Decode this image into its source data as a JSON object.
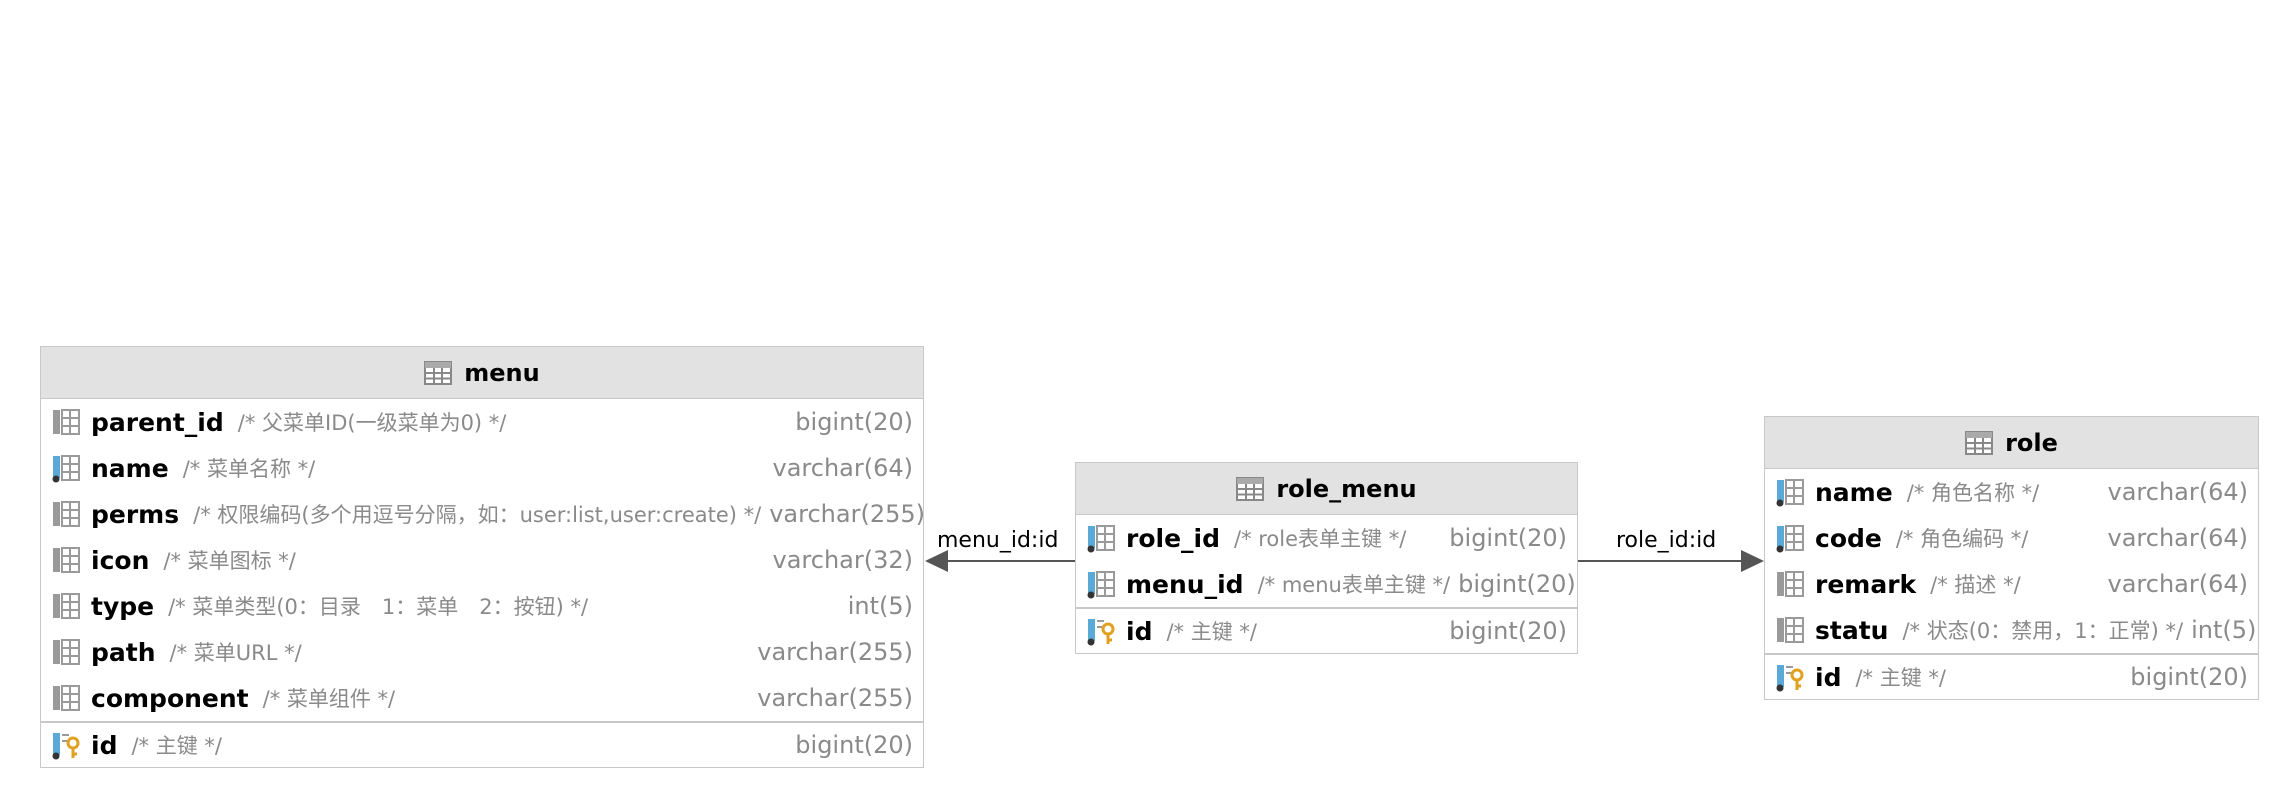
{
  "tables": {
    "menu": {
      "name": "menu",
      "columns": [
        {
          "name": "parent_id",
          "comment": "/* 父菜单ID(一级菜单为0) */",
          "type": "bigint(20)"
        },
        {
          "name": "name",
          "comment": "/* 菜单名称 */",
          "type": "varchar(64)"
        },
        {
          "name": "perms",
          "comment": "/* 权限编码(多个用逗号分隔，如：user:list,user:create) */",
          "type": "varchar(255)"
        },
        {
          "name": "icon",
          "comment": "/* 菜单图标 */",
          "type": "varchar(32)"
        },
        {
          "name": "type",
          "comment": "/* 菜单类型(0：目录　1：菜单　2：按钮) */",
          "type": "int(5)"
        },
        {
          "name": "path",
          "comment": "/* 菜单URL */",
          "type": "varchar(255)"
        },
        {
          "name": "component",
          "comment": "/* 菜单组件 */",
          "type": "varchar(255)"
        }
      ],
      "key": {
        "name": "id",
        "comment": "/* 主键 */",
        "type": "bigint(20)"
      }
    },
    "role_menu": {
      "name": "role_menu",
      "columns": [
        {
          "name": "role_id",
          "comment": "/* role表单主键 */",
          "type": "bigint(20)"
        },
        {
          "name": "menu_id",
          "comment": "/* menu表单主键 */",
          "type": "bigint(20)"
        }
      ],
      "key": {
        "name": "id",
        "comment": "/* 主键 */",
        "type": "bigint(20)"
      }
    },
    "role": {
      "name": "role",
      "columns": [
        {
          "name": "name",
          "comment": "/* 角色名称 */",
          "type": "varchar(64)"
        },
        {
          "name": "code",
          "comment": "/* 角色编码 */",
          "type": "varchar(64)"
        },
        {
          "name": "remark",
          "comment": "/* 描述 */",
          "type": "varchar(64)"
        },
        {
          "name": "statu",
          "comment": "/* 状态(0：禁用，1：正常) */",
          "type": "int(5)"
        }
      ],
      "key": {
        "name": "id",
        "comment": "/* 主键 */",
        "type": "bigint(20)"
      }
    }
  },
  "relations": {
    "menu_rel": "menu_id:id",
    "role_rel": "role_id:id"
  },
  "colors": {
    "header": "#e2e2e2",
    "border": "#c8c8c8",
    "muted": "#8a8a8a",
    "key_gold": "#e0a020",
    "col_blue": "#5aa9d6"
  }
}
